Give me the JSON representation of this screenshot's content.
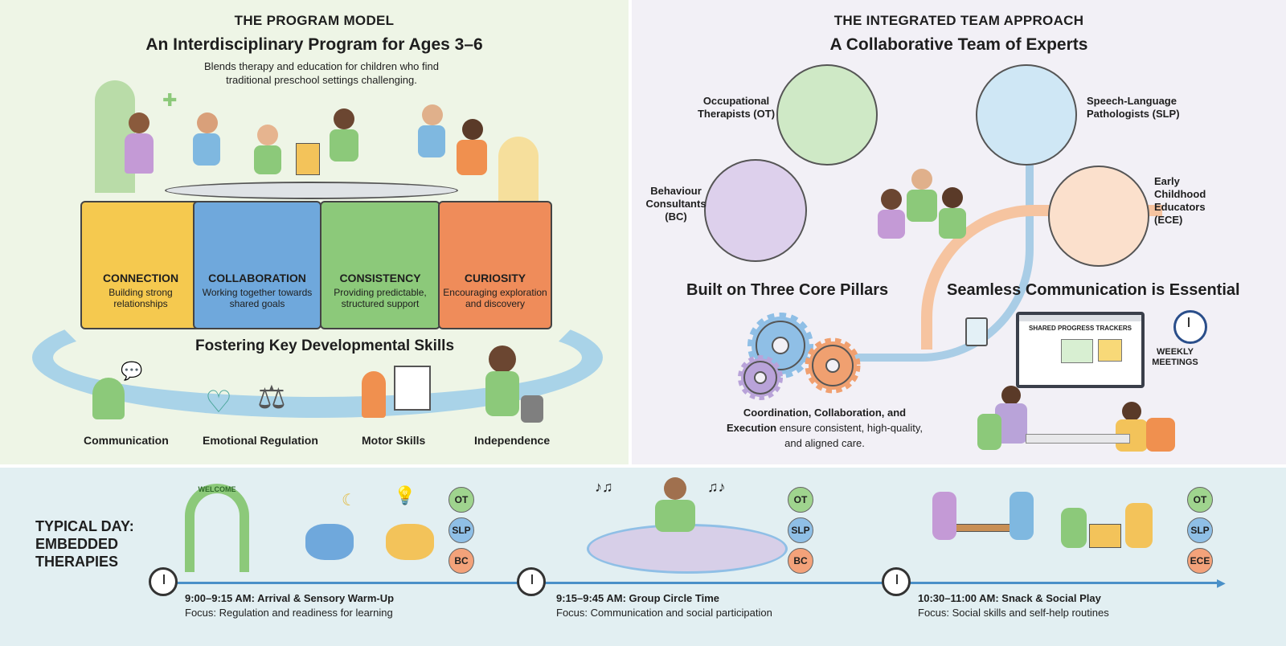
{
  "program_model": {
    "kicker": "THE PROGRAM MODEL",
    "title": "An Interdisciplinary Program for Ages 3–6",
    "subtitle": "Blends therapy and education for children who find traditional preschool settings challenging.",
    "pillars": [
      {
        "title": "CONNECTION",
        "desc": "Building strong relationships",
        "color": "#f5c94f"
      },
      {
        "title": "COLLABORATION",
        "desc": "Working together towards shared goals",
        "color": "#6fa8dc"
      },
      {
        "title": "CONSISTENCY",
        "desc": "Providing predictable, structured support",
        "color": "#8cc97a"
      },
      {
        "title": "CURIOSITY",
        "desc": "Encouraging exploration and discovery",
        "color": "#ef8c5a"
      }
    ],
    "skills_title": "Fostering Key Developmental Skills",
    "skills": [
      "Communication",
      "Emotional Regulation",
      "Motor Skills",
      "Independence"
    ]
  },
  "team": {
    "kicker": "THE INTEGRATED TEAM APPROACH",
    "title": "A Collaborative Team of Experts",
    "roles": [
      "Occupational Therapists (OT)",
      "Speech-Language Pathologists (SLP)",
      "Behaviour Consultants (BC)",
      "Early Childhood Educators (ECE)"
    ],
    "pillars_title": "Built on Three Core Pillars",
    "pillars_desc_bold": "Coordination, Collaboration, and Execution",
    "pillars_desc": " ensure consistent, high-quality, and aligned care.",
    "comm_title": "Seamless Communication is Essential",
    "tracker_label": "SHARED PROGRESS TRACKERS",
    "meetings_label": "WEEKLY MEETINGS"
  },
  "day": {
    "title": "TYPICAL DAY: EMBEDDED THERAPIES",
    "welcome_sign": "WELCOME",
    "slots": [
      {
        "time": "9:00–9:15 AM: Arrival & Sensory Warm-Up",
        "focus": "Focus: Regulation and readiness for learning",
        "tags": [
          "OT",
          "SLP",
          "BC"
        ]
      },
      {
        "time": "9:15–9:45 AM: Group Circle Time",
        "focus": "Focus: Communication and social participation",
        "tags": [
          "OT",
          "SLP",
          "BC"
        ]
      },
      {
        "time": "10:30–11:00 AM: Snack & Social Play",
        "focus": "Focus: Social skills and self-help routines",
        "tags": [
          "OT",
          "SLP",
          "ECE"
        ]
      }
    ],
    "tag_colors": {
      "OT": "#9fd48e",
      "SLP": "#8fbfe6",
      "BC": "#f3a27a",
      "ECE": "#f3a27a"
    }
  }
}
